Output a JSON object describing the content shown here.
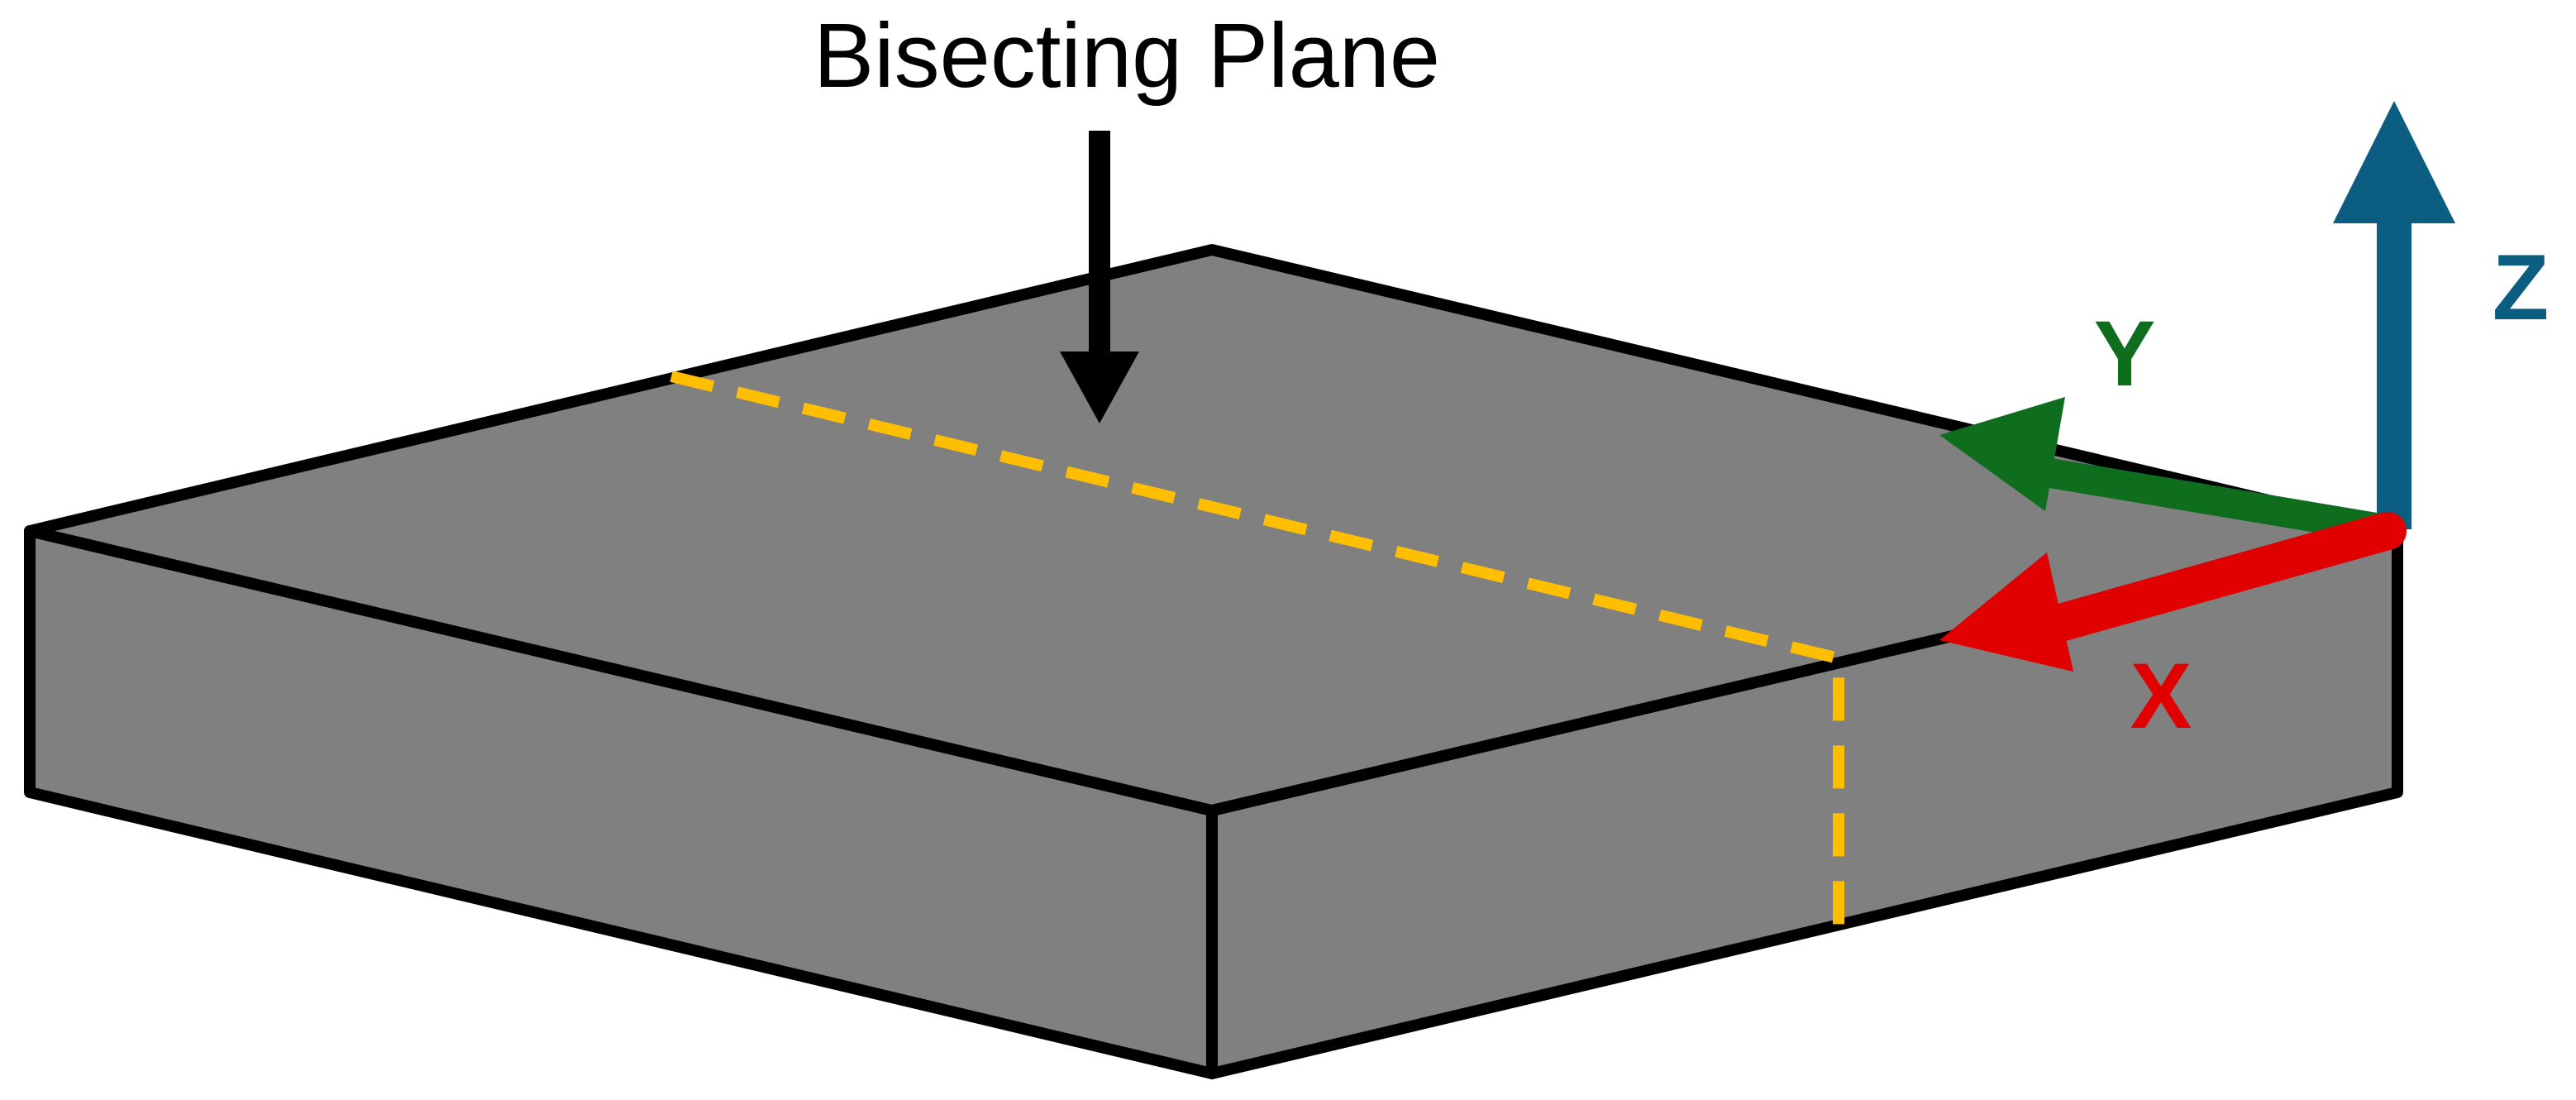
{
  "title": "Bisecting Plane",
  "axes": {
    "x": {
      "label": "X",
      "color": "#e00000"
    },
    "y": {
      "label": "Y",
      "color": "#0e6e1e"
    },
    "z": {
      "label": "Z",
      "color": "#0b5d82"
    }
  },
  "colors": {
    "slab_fill": "#808080",
    "slab_edge": "#000000",
    "bisect_line": "#ffbf00",
    "pointer_arrow": "#000000"
  }
}
